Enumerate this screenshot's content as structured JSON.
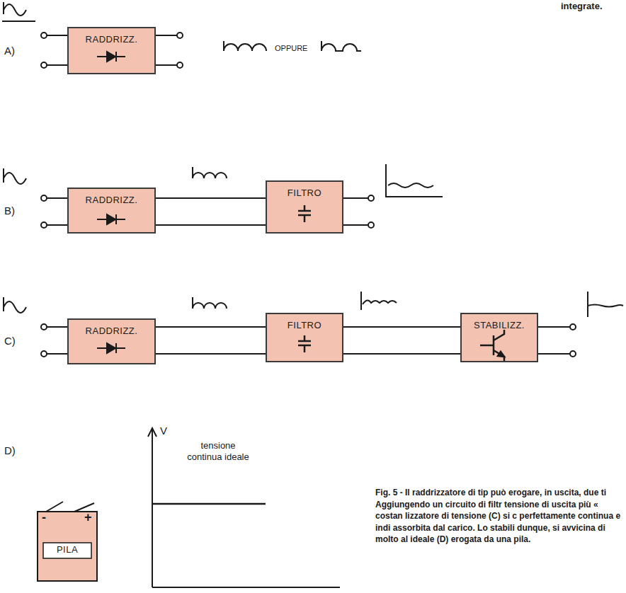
{
  "diagram": {
    "caption": "Fig. 5 - Il raddrizzatore di tip può erogare, in uscita, due ti Aggiungendo un circuito di filtr tensione di uscita più « costan lizzatore di tensione (C) si c perfettamente continua e indi assorbita dal carico. Lo stabili dunque, si avvicina di molto al ideale (D) erogata da una pila.",
    "nodes": [
      {
        "text": [
          "RADDRIZZ."
        ]
      },
      {
        "text": [
          "RADDRIZZ."
        ]
      },
      {
        "text": [
          "FILTRO"
        ]
      },
      {
        "text": [
          "RADDRIZZ."
        ]
      },
      {
        "text": [
          "FILTRO"
        ]
      },
      {
        "text": [
          "STABILIZZ."
        ]
      },
      {
        "text": [
          "-",
          "+",
          "PILA"
        ]
      }
    ],
    "edges": [
      {
        "from": 1,
        "to": 2,
        "arrow": "none"
      },
      {
        "from": 3,
        "to": 4,
        "arrow": "none"
      },
      {
        "from": 4,
        "to": 5,
        "arrow": "none"
      }
    ],
    "labels": [
      "integrate.",
      "A)",
      "OPPURE",
      "B)",
      "C)",
      "D)",
      "V",
      "tensione continua ideale"
    ]
  }
}
